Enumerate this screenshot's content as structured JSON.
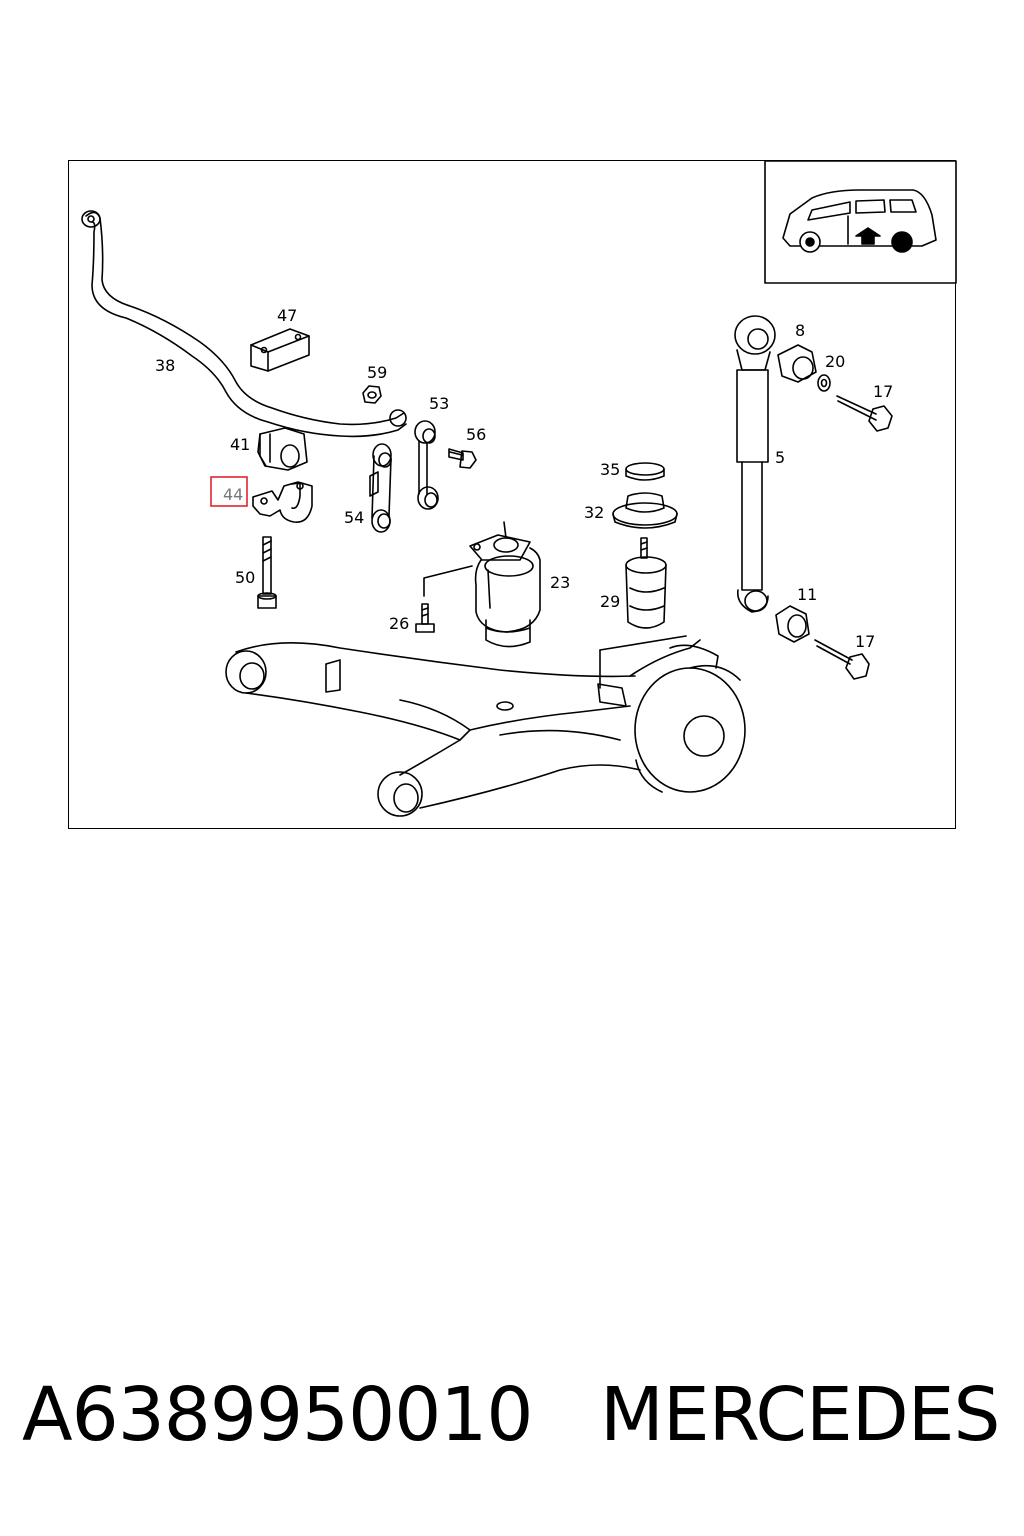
{
  "diagram": {
    "callouts": {
      "c38": "38",
      "c47": "47",
      "c59": "59",
      "c53": "53",
      "c41": "41",
      "c56": "56",
      "c44": "44",
      "c54": "54",
      "c50": "50",
      "c26": "26",
      "c23": "23",
      "c35": "35",
      "c32": "32",
      "c29": "29",
      "c8": "8",
      "c20": "20",
      "c17a": "17",
      "c5": "5",
      "c11": "11",
      "c17b": "17"
    },
    "highlighted_callout": "44",
    "highlight_color": "#e0242c"
  },
  "footer": {
    "part_number": "A6389950010",
    "brand": "MERCEDES"
  }
}
